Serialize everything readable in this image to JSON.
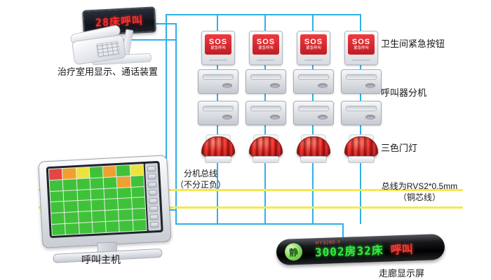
{
  "colors": {
    "wire_blue": "#2fb0e8",
    "wire_yellow": "#f3e94e",
    "led_red": "#ff2d2d",
    "sos_red": "#c01c22",
    "dome_red": "#d61f1f",
    "corridor_green": "#35e93a",
    "corridor_red": "#ff3a30",
    "cell_green": "#3fc23a",
    "cell_red": "#e64545",
    "cell_orange": "#f0a030",
    "cell_yellow": "#ece43e"
  },
  "led_display": {
    "text": "28床呼叫"
  },
  "sos_button": {
    "title": "SOS",
    "subtitle": "紧急呼叫"
  },
  "labels": {
    "treatment_room": "治疗室用显示、通话装置",
    "toilet_sos": "卫生间紧急按钮",
    "call_extension": "呼叫器分机",
    "door_lamp": "三色门灯",
    "bus_line1": "分机总线",
    "bus_line2": "（不分正负）",
    "wire_line1": "总线为RVS2*0.5mm",
    "wire_line2": "（铜芯线）",
    "host": "呼叫主机",
    "corridor": "走廊显示屏"
  },
  "corridor_display": {
    "badge": "静",
    "model": "HY3280-Y",
    "room_text": "3002房32床",
    "call_text": "呼叫"
  },
  "monitor": {
    "grid": [
      [
        "red",
        "orange",
        "yellow",
        "green",
        "orange",
        "green",
        "yellow"
      ],
      [
        "green",
        "green",
        "green",
        "green",
        "green",
        "orange",
        "green"
      ],
      [
        "green",
        "green",
        "green",
        "green",
        "green",
        "green",
        "green"
      ],
      [
        "green",
        "green",
        "green",
        "green",
        "green",
        "green",
        "green"
      ],
      [
        "green",
        "green",
        "green",
        "green",
        "green",
        "green",
        "green"
      ],
      [
        "green",
        "green",
        "green",
        "green",
        "green",
        "green",
        "green"
      ]
    ]
  }
}
